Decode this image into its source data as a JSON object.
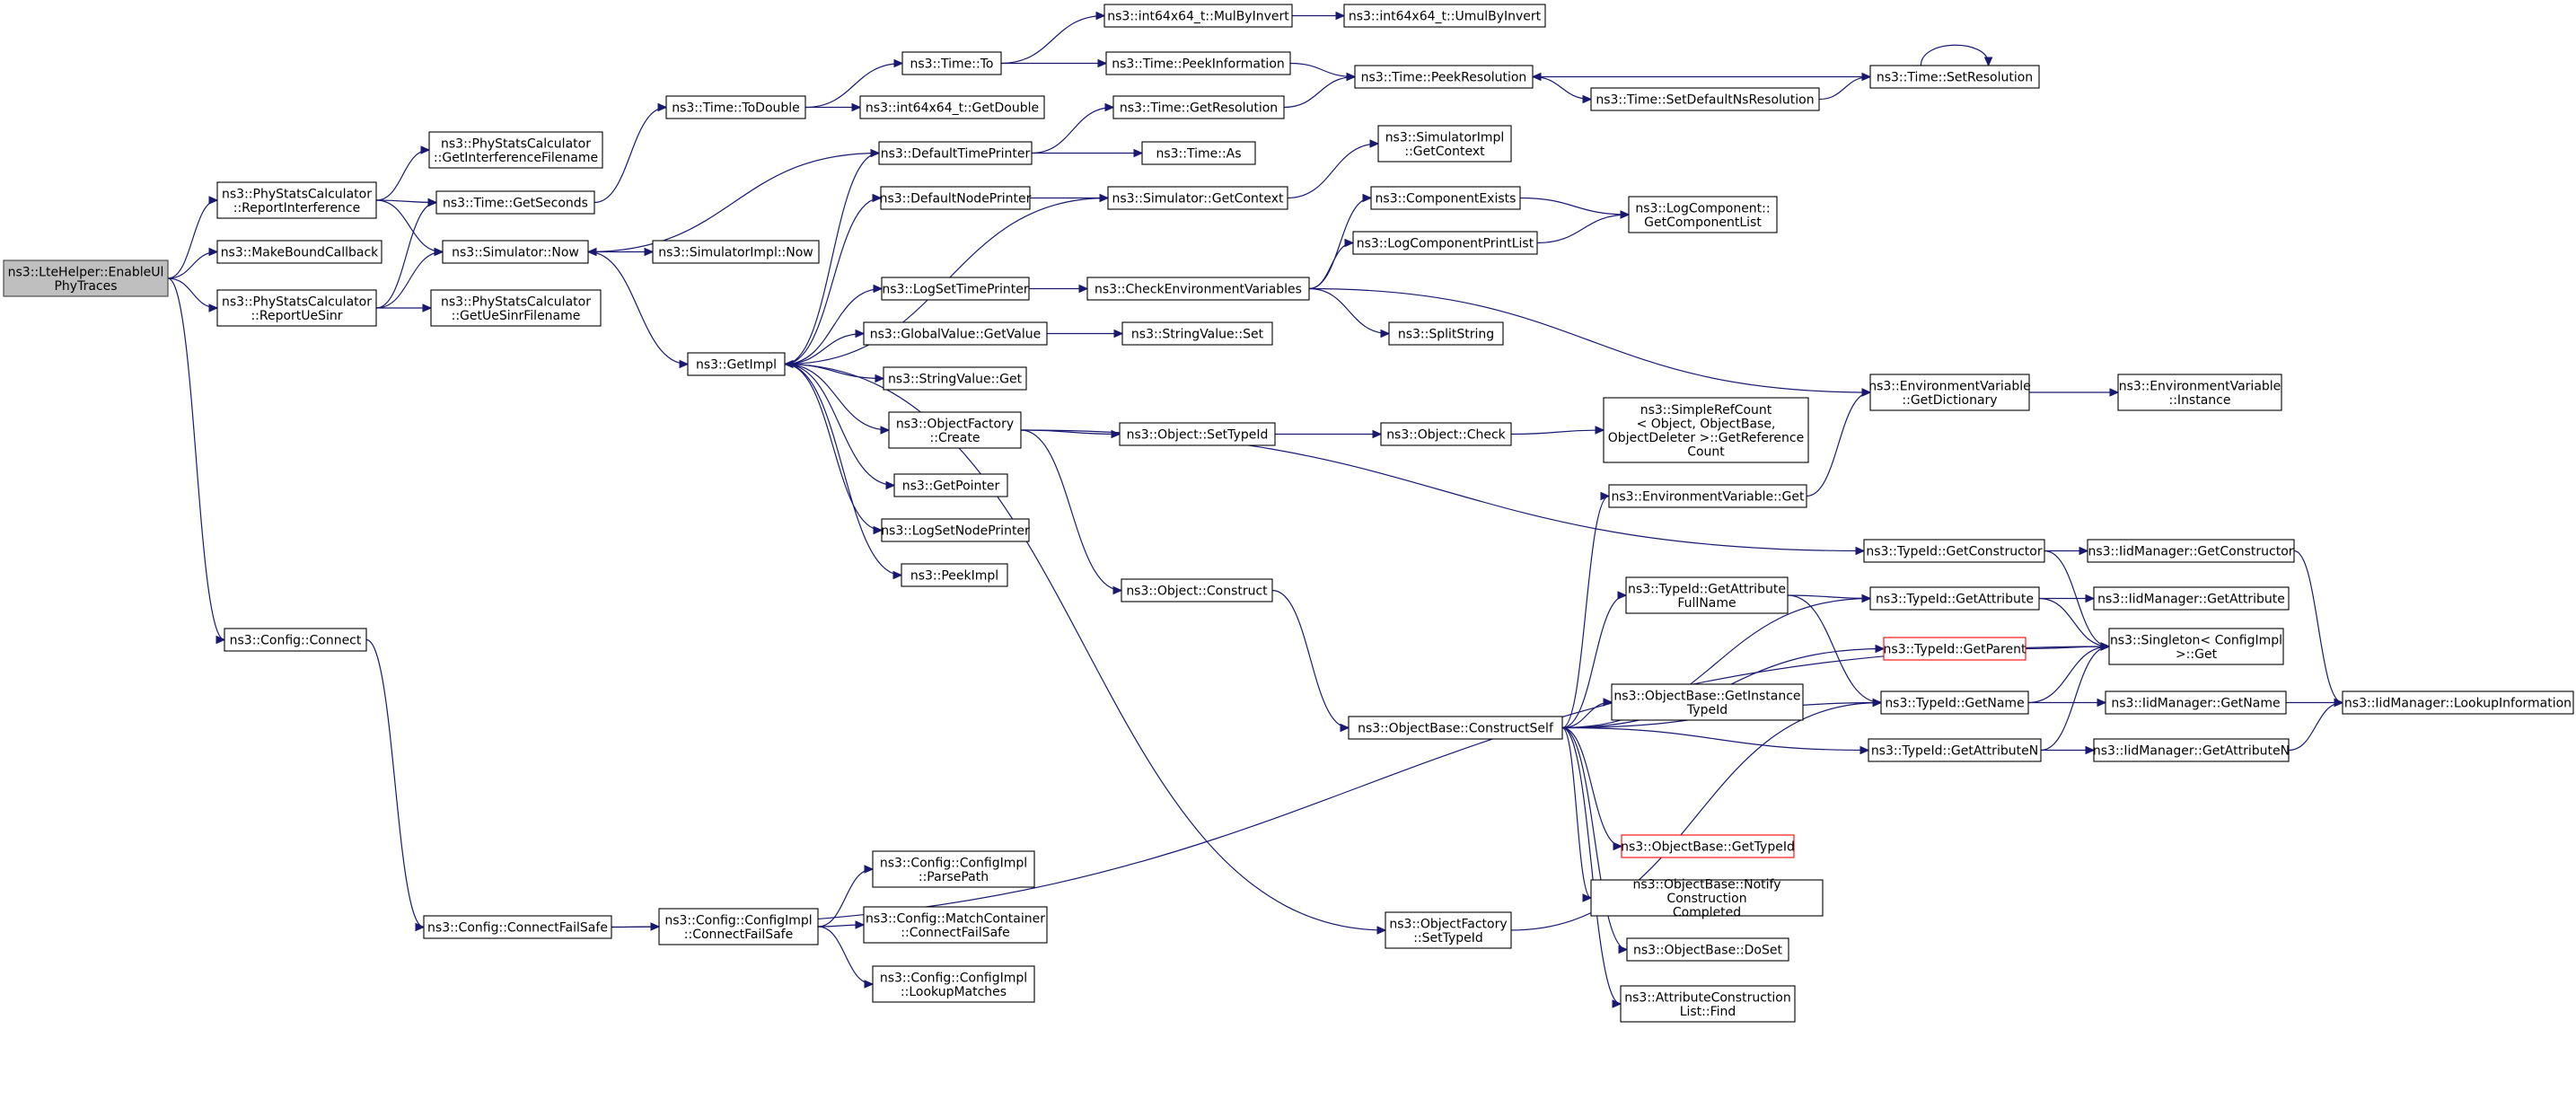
{
  "nodes": [
    {
      "id": "enableUl",
      "lines": [
        "ns3::LteHelper::EnableUl",
        "PhyTraces"
      ],
      "style": "root"
    },
    {
      "id": "reportInterference",
      "lines": [
        "ns3::PhyStatsCalculator",
        "::ReportInterference"
      ]
    },
    {
      "id": "makeBoundCallback",
      "lines": [
        "ns3::MakeBoundCallback"
      ]
    },
    {
      "id": "reportUeSinr",
      "lines": [
        "ns3::PhyStatsCalculator",
        "::ReportUeSinr"
      ]
    },
    {
      "id": "configConnect",
      "lines": [
        "ns3::Config::Connect"
      ]
    },
    {
      "id": "getInterferenceFilename",
      "lines": [
        "ns3::PhyStatsCalculator",
        "::GetInterferenceFilename"
      ]
    },
    {
      "id": "timeGetSeconds",
      "lines": [
        "ns3::Time::GetSeconds"
      ]
    },
    {
      "id": "simulatorNow",
      "lines": [
        "ns3::Simulator::Now"
      ]
    },
    {
      "id": "getUeSinrFilename",
      "lines": [
        "ns3::PhyStatsCalculator",
        "::GetUeSinrFilename"
      ]
    },
    {
      "id": "timeToDouble",
      "lines": [
        "ns3::Time::ToDouble"
      ]
    },
    {
      "id": "simulatorImplNow",
      "lines": [
        "ns3::SimulatorImpl::Now"
      ]
    },
    {
      "id": "getImpl",
      "lines": [
        "ns3::GetImpl"
      ]
    },
    {
      "id": "timeTo",
      "lines": [
        "ns3::Time::To"
      ]
    },
    {
      "id": "int64GetDouble",
      "lines": [
        "ns3::int64x64_t::GetDouble"
      ]
    },
    {
      "id": "mulByInvert",
      "lines": [
        "ns3::int64x64_t::MulByInvert"
      ]
    },
    {
      "id": "umulByInvert",
      "lines": [
        "ns3::int64x64_t::UmulByInvert"
      ]
    },
    {
      "id": "peekInformation",
      "lines": [
        "ns3::Time::PeekInformation"
      ]
    },
    {
      "id": "getResolution",
      "lines": [
        "ns3::Time::GetResolution"
      ]
    },
    {
      "id": "peekResolution",
      "lines": [
        "ns3::Time::PeekResolution"
      ]
    },
    {
      "id": "setResolution",
      "lines": [
        "ns3::Time::SetResolution"
      ]
    },
    {
      "id": "setDefaultNsResolution",
      "lines": [
        "ns3::Time::SetDefaultNsResolution"
      ]
    },
    {
      "id": "timeAs",
      "lines": [
        "ns3::Time::As"
      ]
    },
    {
      "id": "defaultTimePrinter",
      "lines": [
        "ns3::DefaultTimePrinter"
      ]
    },
    {
      "id": "defaultNodePrinter",
      "lines": [
        "ns3::DefaultNodePrinter"
      ]
    },
    {
      "id": "simulatorGetContext",
      "lines": [
        "ns3::Simulator::GetContext"
      ]
    },
    {
      "id": "simulatorImplGetContext",
      "lines": [
        "ns3::SimulatorImpl",
        "::GetContext"
      ]
    },
    {
      "id": "componentExists",
      "lines": [
        "ns3::ComponentExists"
      ]
    },
    {
      "id": "logComponentPrintList",
      "lines": [
        "ns3::LogComponentPrintList"
      ]
    },
    {
      "id": "getComponentList",
      "lines": [
        "ns3::LogComponent::",
        "GetComponentList"
      ]
    },
    {
      "id": "logSetTimePrinter",
      "lines": [
        "ns3::LogSetTimePrinter"
      ]
    },
    {
      "id": "checkEnvVars",
      "lines": [
        "ns3::CheckEnvironmentVariables"
      ]
    },
    {
      "id": "splitString",
      "lines": [
        "ns3::SplitString"
      ]
    },
    {
      "id": "globalValueGetValue",
      "lines": [
        "ns3::GlobalValue::GetValue"
      ]
    },
    {
      "id": "stringValueSet",
      "lines": [
        "ns3::StringValue::Set"
      ]
    },
    {
      "id": "stringValueGet",
      "lines": [
        "ns3::StringValue::Get"
      ]
    },
    {
      "id": "objectFactoryCreate",
      "lines": [
        "ns3::ObjectFactory",
        "::Create"
      ]
    },
    {
      "id": "objectSetTypeId",
      "lines": [
        "ns3::Object::SetTypeId"
      ]
    },
    {
      "id": "objectCheck",
      "lines": [
        "ns3::Object::Check"
      ]
    },
    {
      "id": "simpleRefCount",
      "lines": [
        "ns3::SimpleRefCount",
        "< Object, ObjectBase,",
        "ObjectDeleter >::GetReference",
        "Count"
      ]
    },
    {
      "id": "envVarGetDictionary",
      "lines": [
        "ns3::EnvironmentVariable",
        "::GetDictionary"
      ]
    },
    {
      "id": "envVarInstance",
      "lines": [
        "ns3::EnvironmentVariable",
        "::Instance"
      ]
    },
    {
      "id": "envVarGet",
      "lines": [
        "ns3::EnvironmentVariable::Get"
      ]
    },
    {
      "id": "getPointer",
      "lines": [
        "ns3::GetPointer"
      ]
    },
    {
      "id": "logSetNodePrinter",
      "lines": [
        "ns3::LogSetNodePrinter"
      ]
    },
    {
      "id": "peekImpl",
      "lines": [
        "ns3::PeekImpl"
      ]
    },
    {
      "id": "objectConstruct",
      "lines": [
        "ns3::Object::Construct"
      ]
    },
    {
      "id": "typeIdGetConstructor",
      "lines": [
        "ns3::TypeId::GetConstructor"
      ]
    },
    {
      "id": "iidGetConstructor",
      "lines": [
        "ns3::IidManager::GetConstructor"
      ]
    },
    {
      "id": "typeIdGetAttrFullName",
      "lines": [
        "ns3::TypeId::GetAttribute",
        "FullName"
      ]
    },
    {
      "id": "typeIdGetAttribute",
      "lines": [
        "ns3::TypeId::GetAttribute"
      ]
    },
    {
      "id": "iidGetAttribute",
      "lines": [
        "ns3::IidManager::GetAttribute"
      ]
    },
    {
      "id": "typeIdGetParent",
      "lines": [
        "ns3::TypeId::GetParent"
      ],
      "style": "red"
    },
    {
      "id": "singletonGet",
      "lines": [
        "ns3::Singleton< ConfigImpl",
        ">::Get"
      ]
    },
    {
      "id": "objectBaseGetInstanceTypeId",
      "lines": [
        "ns3::ObjectBase::GetInstance",
        "TypeId"
      ]
    },
    {
      "id": "objectBaseConstructSelf",
      "lines": [
        "ns3::ObjectBase::ConstructSelf"
      ]
    },
    {
      "id": "typeIdGetName",
      "lines": [
        "ns3::TypeId::GetName"
      ]
    },
    {
      "id": "iidGetName",
      "lines": [
        "ns3::IidManager::GetName"
      ]
    },
    {
      "id": "iidLookupInformation",
      "lines": [
        "ns3::IidManager::LookupInformation"
      ]
    },
    {
      "id": "typeIdGetAttributeN",
      "lines": [
        "ns3::TypeId::GetAttributeN"
      ]
    },
    {
      "id": "iidGetAttributeN",
      "lines": [
        "ns3::IidManager::GetAttributeN"
      ]
    },
    {
      "id": "objectBaseGetTypeId",
      "lines": [
        "ns3::ObjectBase::GetTypeId"
      ],
      "style": "red"
    },
    {
      "id": "objectBaseNotify",
      "lines": [
        "ns3::ObjectBase::Notify",
        "Construction",
        "Completed"
      ]
    },
    {
      "id": "configImplParsePath",
      "lines": [
        "ns3::Config::ConfigImpl",
        "::ParsePath"
      ]
    },
    {
      "id": "configConnectFailSafe",
      "lines": [
        "ns3::Config::ConnectFailSafe"
      ]
    },
    {
      "id": "configImplConnectFailSafe",
      "lines": [
        "ns3::Config::ConfigImpl",
        "::ConnectFailSafe"
      ]
    },
    {
      "id": "matchContainerConnectFailSafe",
      "lines": [
        "ns3::Config::MatchContainer",
        "::ConnectFailSafe"
      ]
    },
    {
      "id": "configImplLookupMatches",
      "lines": [
        "ns3::Config::ConfigImpl",
        "::LookupMatches"
      ]
    },
    {
      "id": "objectFactorySetTypeId",
      "lines": [
        "ns3::ObjectFactory",
        "::SetTypeId"
      ]
    },
    {
      "id": "objectBaseDoSet",
      "lines": [
        "ns3::ObjectBase::DoSet"
      ]
    },
    {
      "id": "attrConstructionListFind",
      "lines": [
        "ns3::AttributeConstruction",
        "List::Find"
      ]
    }
  ],
  "edges": [
    [
      "enableUl",
      "reportInterference"
    ],
    [
      "enableUl",
      "makeBoundCallback"
    ],
    [
      "enableUl",
      "reportUeSinr"
    ],
    [
      "enableUl",
      "configConnect"
    ],
    [
      "reportInterference",
      "getInterferenceFilename"
    ],
    [
      "reportInterference",
      "timeGetSeconds"
    ],
    [
      "reportInterference",
      "simulatorNow"
    ],
    [
      "reportUeSinr",
      "timeGetSeconds"
    ],
    [
      "reportUeSinr",
      "simulatorNow"
    ],
    [
      "reportUeSinr",
      "getUeSinrFilename"
    ],
    [
      "timeGetSeconds",
      "timeToDouble"
    ],
    [
      "simulatorNow",
      "simulatorImplNow"
    ],
    [
      "simulatorNow",
      "getImpl"
    ],
    [
      "timeToDouble",
      "timeTo"
    ],
    [
      "timeToDouble",
      "int64GetDouble"
    ],
    [
      "timeTo",
      "mulByInvert"
    ],
    [
      "timeTo",
      "peekInformation"
    ],
    [
      "mulByInvert",
      "umulByInvert"
    ],
    [
      "peekInformation",
      "peekResolution"
    ],
    [
      "getResolution",
      "peekResolution"
    ],
    [
      "setResolution",
      "peekResolution"
    ],
    [
      "setResolution",
      "setResolution"
    ],
    [
      "peekResolution",
      "setDefaultNsResolution"
    ],
    [
      "setDefaultNsResolution",
      "setResolution"
    ],
    [
      "defaultTimePrinter",
      "getResolution"
    ],
    [
      "defaultTimePrinter",
      "timeAs"
    ],
    [
      "defaultTimePrinter",
      "simulatorNow"
    ],
    [
      "defaultNodePrinter",
      "simulatorGetContext"
    ],
    [
      "simulatorGetContext",
      "simulatorImplGetContext"
    ],
    [
      "simulatorGetContext",
      "getImpl"
    ],
    [
      "getImpl",
      "defaultTimePrinter"
    ],
    [
      "getImpl",
      "defaultNodePrinter"
    ],
    [
      "getImpl",
      "logSetTimePrinter"
    ],
    [
      "getImpl",
      "globalValueGetValue"
    ],
    [
      "getImpl",
      "stringValueGet"
    ],
    [
      "getImpl",
      "objectFactoryCreate"
    ],
    [
      "getImpl",
      "getPointer"
    ],
    [
      "getImpl",
      "logSetNodePrinter"
    ],
    [
      "getImpl",
      "peekImpl"
    ],
    [
      "getImpl",
      "objectFactorySetTypeId"
    ],
    [
      "logSetTimePrinter",
      "checkEnvVars"
    ],
    [
      "checkEnvVars",
      "componentExists"
    ],
    [
      "checkEnvVars",
      "logComponentPrintList"
    ],
    [
      "checkEnvVars",
      "splitString"
    ],
    [
      "checkEnvVars",
      "envVarGetDictionary"
    ],
    [
      "componentExists",
      "getComponentList"
    ],
    [
      "logComponentPrintList",
      "getComponentList"
    ],
    [
      "globalValueGetValue",
      "stringValueSet"
    ],
    [
      "objectFactoryCreate",
      "objectSetTypeId"
    ],
    [
      "objectFactoryCreate",
      "objectConstruct"
    ],
    [
      "objectFactoryCreate",
      "typeIdGetConstructor"
    ],
    [
      "objectSetTypeId",
      "objectCheck"
    ],
    [
      "objectCheck",
      "simpleRefCount"
    ],
    [
      "envVarGetDictionary",
      "envVarInstance"
    ],
    [
      "envVarGet",
      "envVarGetDictionary"
    ],
    [
      "objectConstruct",
      "objectBaseConstructSelf"
    ],
    [
      "typeIdGetConstructor",
      "iidGetConstructor"
    ],
    [
      "typeIdGetConstructor",
      "singletonGet"
    ],
    [
      "iidGetConstructor",
      "iidLookupInformation"
    ],
    [
      "typeIdGetAttrFullName",
      "typeIdGetAttribute"
    ],
    [
      "typeIdGetAttrFullName",
      "typeIdGetName"
    ],
    [
      "typeIdGetAttribute",
      "iidGetAttribute"
    ],
    [
      "typeIdGetAttribute",
      "singletonGet"
    ],
    [
      "typeIdGetParent",
      "singletonGet"
    ],
    [
      "typeIdGetName",
      "iidGetName"
    ],
    [
      "typeIdGetName",
      "singletonGet"
    ],
    [
      "iidGetName",
      "iidLookupInformation"
    ],
    [
      "typeIdGetAttributeN",
      "iidGetAttributeN"
    ],
    [
      "typeIdGetAttributeN",
      "singletonGet"
    ],
    [
      "iidGetAttributeN",
      "iidLookupInformation"
    ],
    [
      "objectBaseConstructSelf",
      "envVarGet"
    ],
    [
      "objectBaseConstructSelf",
      "typeIdGetAttrFullName"
    ],
    [
      "objectBaseConstructSelf",
      "typeIdGetAttribute"
    ],
    [
      "objectBaseConstructSelf",
      "typeIdGetParent"
    ],
    [
      "objectBaseConstructSelf",
      "objectBaseGetInstanceTypeId"
    ],
    [
      "objectBaseConstructSelf",
      "typeIdGetName"
    ],
    [
      "objectBaseConstructSelf",
      "typeIdGetAttributeN"
    ],
    [
      "objectBaseConstructSelf",
      "objectBaseGetTypeId"
    ],
    [
      "objectBaseConstructSelf",
      "objectBaseNotify"
    ],
    [
      "objectBaseConstructSelf",
      "objectBaseDoSet"
    ],
    [
      "objectBaseConstructSelf",
      "attrConstructionListFind"
    ],
    [
      "configConnect",
      "configConnectFailSafe"
    ],
    [
      "configConnectFailSafe",
      "configImplConnectFailSafe"
    ],
    [
      "configConnectFailSafe",
      "singletonGet"
    ],
    [
      "configImplConnectFailSafe",
      "configImplParsePath"
    ],
    [
      "configImplConnectFailSafe",
      "matchContainerConnectFailSafe"
    ],
    [
      "configImplConnectFailSafe",
      "configImplLookupMatches"
    ],
    [
      "objectFactorySetTypeId",
      "typeIdGetName"
    ]
  ]
}
